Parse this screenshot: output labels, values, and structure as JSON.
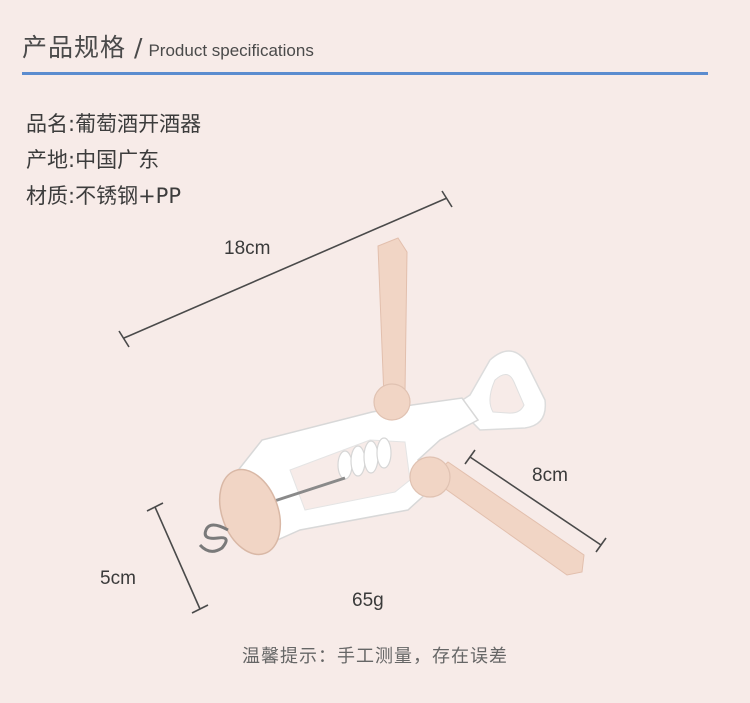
{
  "header": {
    "title_cn": "产品规格",
    "separator": "/",
    "title_en": "Product specifications"
  },
  "specs": [
    {
      "label": "品名:",
      "value": "葡萄酒开酒器"
    },
    {
      "label": "产地:",
      "value": "中国广东"
    },
    {
      "label": "材质:",
      "value": "不锈钢+PP"
    }
  ],
  "dimensions": {
    "length": "18cm",
    "width": "8cm",
    "height": "5cm",
    "weight": "65g"
  },
  "note": "温馨提示：手工测量，存在误差",
  "colors": {
    "background": "#f7ebe8",
    "accent_rule": "#5b8ccf",
    "product_body": "#ffffff",
    "product_wings": "#f1d5c5"
  },
  "image": {
    "subject": "wine-corkscrew-icon"
  }
}
